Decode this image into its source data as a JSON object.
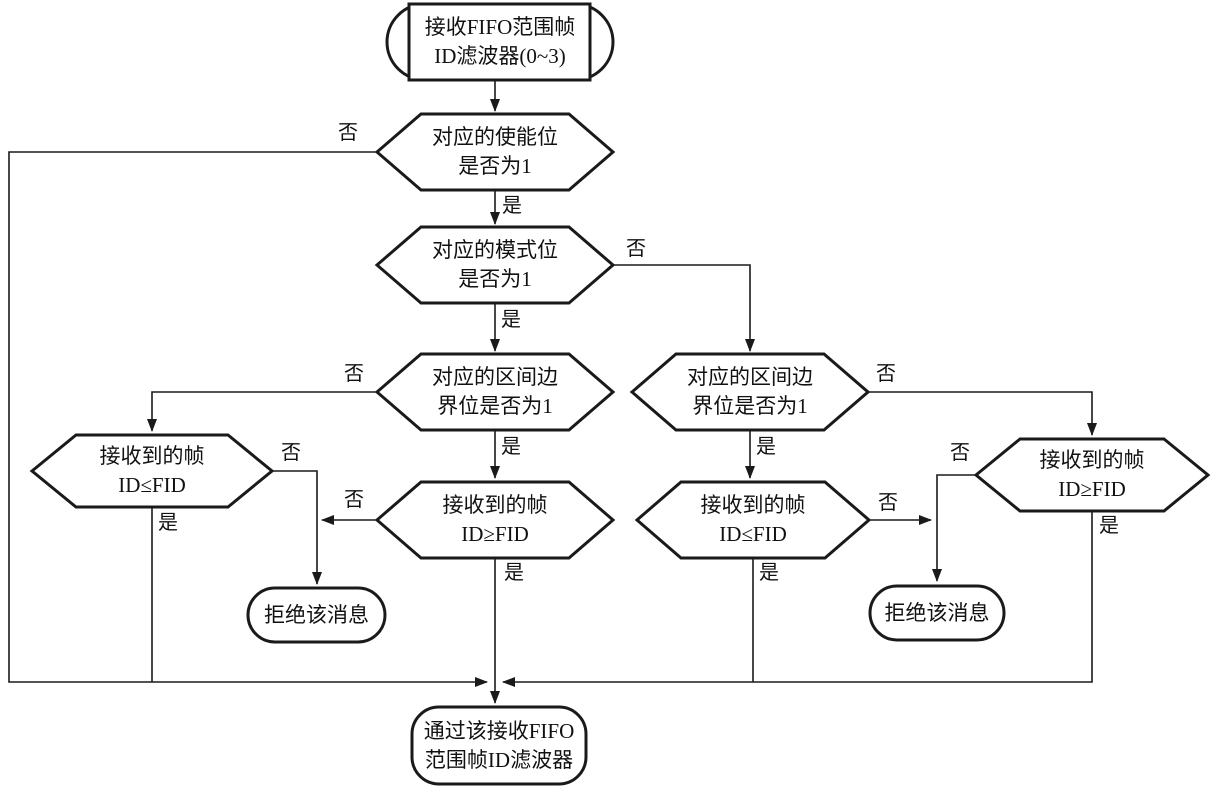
{
  "colors": {
    "stroke": "#1a1a1a",
    "text": "#111111",
    "background": "#ffffff"
  },
  "labels": {
    "yes": "是",
    "no": "否"
  },
  "nodes": {
    "start": {
      "type": "terminator",
      "label": "接收FIFO范围帧\nID滤波器(0~3)"
    },
    "enable_check": {
      "type": "decision",
      "label": "对应的使能位\n是否为1"
    },
    "mode_check": {
      "type": "decision",
      "label": "对应的模式位\n是否为1"
    },
    "boundary_check_left": {
      "type": "decision",
      "label": "对应的区间边\n界位是否为1"
    },
    "boundary_check_right": {
      "type": "decision",
      "label": "对应的区间边\n界位是否为1"
    },
    "id_le_fid_left": {
      "type": "decision",
      "label": "接收到的帧\nID≤FID"
    },
    "id_ge_fid_center": {
      "type": "decision",
      "label": "接收到的帧\nID≥FID"
    },
    "id_le_fid_right": {
      "type": "decision",
      "label": "接收到的帧\nID≤FID"
    },
    "id_ge_fid_far_right": {
      "type": "decision",
      "label": "接收到的帧\nID≥FID"
    },
    "reject_left": {
      "type": "terminator",
      "label": "拒绝该消息"
    },
    "reject_right": {
      "type": "terminator",
      "label": "拒绝该消息"
    },
    "end": {
      "type": "terminator",
      "label": "通过该接收FIFO\n范围帧ID滤波器"
    }
  }
}
